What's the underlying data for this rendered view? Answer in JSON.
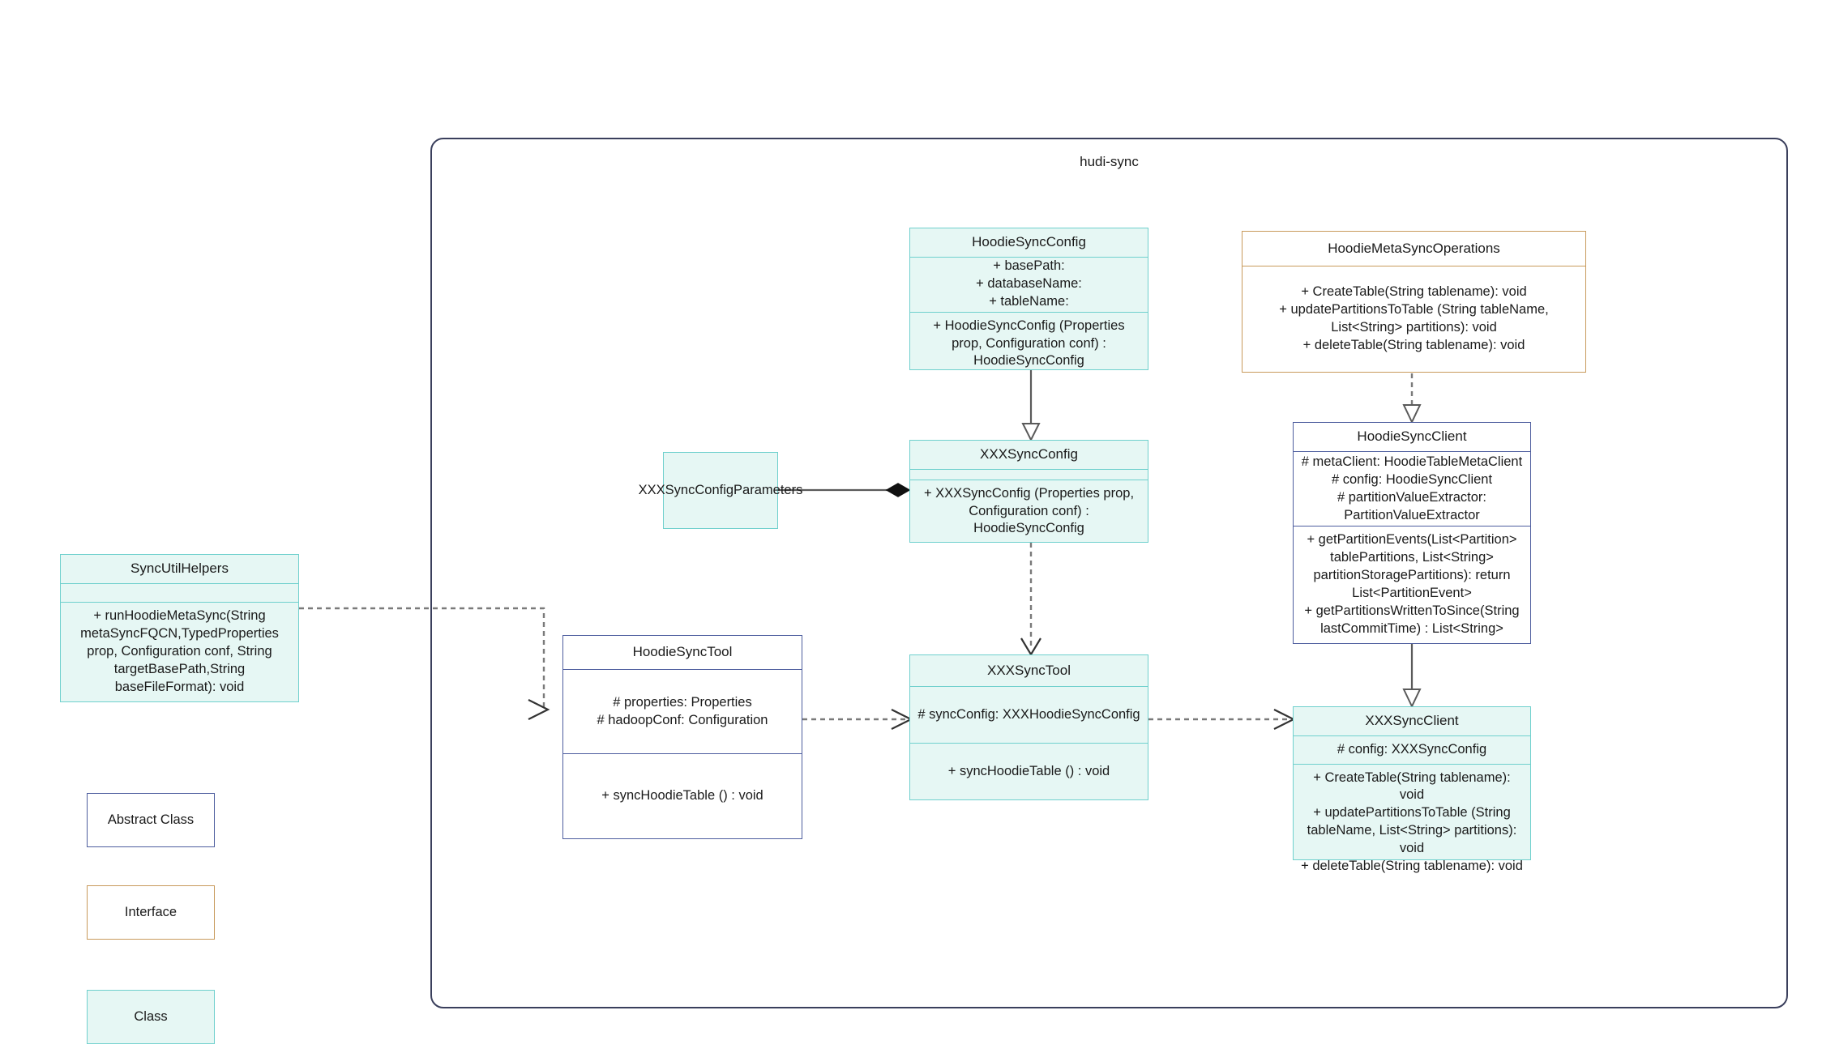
{
  "package": {
    "title": "hudi-sync"
  },
  "classes": {
    "hoodie_sync_config": {
      "name": "HoodieSyncConfig",
      "attributes": "+    basePath:\n+   databaseName:\n+    tableName:",
      "operations": "+    HoodieSyncConfig (Properties prop, Configuration conf) : HoodieSyncConfig"
    },
    "hoodie_meta_sync_operations": {
      "name": "HoodieMetaSyncOperations",
      "operations": "+    CreateTable(String tablename): void\n+    updatePartitionsToTable (String tableName, List<String> partitions): void\n+    deleteTable(String tablename): void"
    },
    "xxx_sync_config_parameters": {
      "name": "XXXSyncConfigParameters"
    },
    "xxx_sync_config": {
      "name": "XXXSyncConfig",
      "attributes": "",
      "operations": "+   XXXSyncConfig (Properties prop, Configuration conf) : HoodieSyncConfig"
    },
    "hoodie_sync_client": {
      "name": "HoodieSyncClient",
      "attributes": "#   metaClient: HoodieTableMetaClient\n#    config: HoodieSyncClient\n#    partitionValueExtractor: PartitionValueExtractor",
      "operations": "+    getPartitionEvents(List<Partition> tablePartitions, List<String> partitionStoragePartitions): return List<PartitionEvent>\n+   getPartitionsWrittenToSince(String lastCommitTime) : List<String>"
    },
    "xxx_sync_client": {
      "name": "XXXSyncClient",
      "attributes": "#    config: XXXSyncConfig",
      "operations": "+    CreateTable(String tablename): void\n+    updatePartitionsToTable (String tableName, List<String> partitions): void\n+    deleteTable(String tablename): void"
    },
    "sync_util_helpers": {
      "name": "SyncUtilHelpers",
      "attributes": "",
      "operations": "+     runHoodieMetaSync(String metaSyncFQCN,TypedProperties prop, Configuration conf, String targetBasePath,String baseFileFormat): void"
    },
    "hoodie_sync_tool": {
      "name": "HoodieSyncTool",
      "attributes": "#   properties: Properties\n#   hadoopConf: Configuration",
      "operations": "+   syncHoodieTable () : void"
    },
    "xxx_sync_tool": {
      "name": "XXXSyncTool",
      "attributes": "#   syncConfig: XXXHoodieSyncConfig",
      "operations": "+   syncHoodieTable () : void"
    }
  },
  "legend": {
    "abstract_class": "Abstract Class",
    "interface": "Interface",
    "klass": "Class"
  },
  "colors": {
    "class_border": "#6fd0cd",
    "class_fill": "#e6f7f4",
    "abstract_border": "#4d5d9e",
    "interface_border": "#c89a5b",
    "package_border": "#3a3f5c",
    "edge": "#5a5a5a"
  }
}
